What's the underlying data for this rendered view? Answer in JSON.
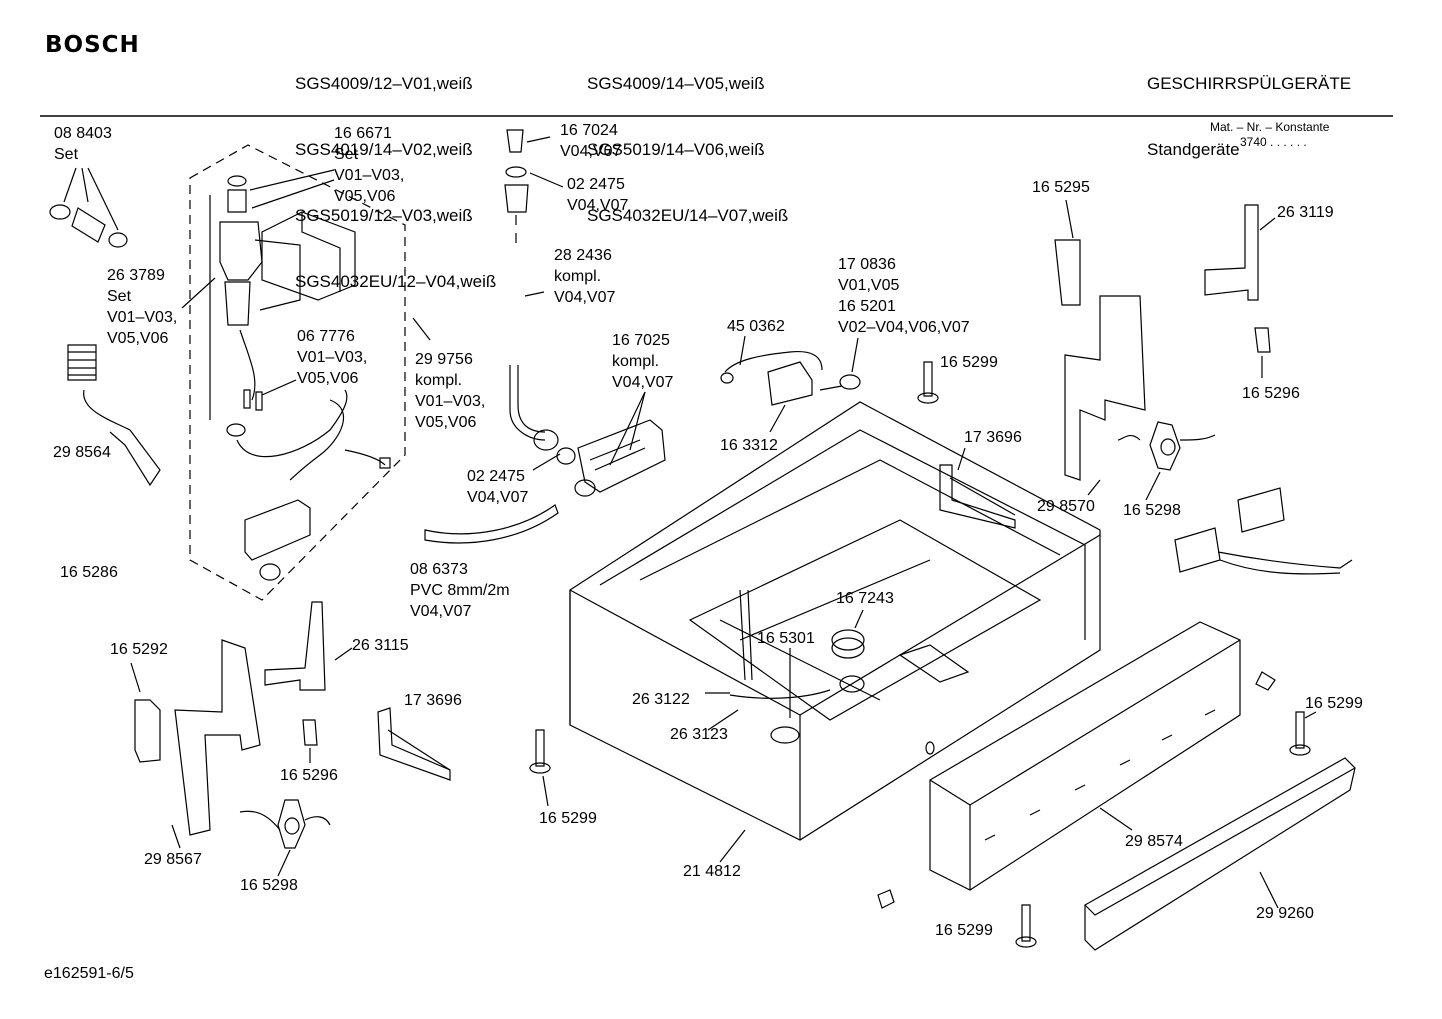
{
  "header": {
    "brand": "BOSCH",
    "models_col1": [
      "SGS4009/12–V01,weiß",
      "SGS4019/14–V02,weiß",
      "SGS5019/12–V03,weiß",
      "SGS4032EU/12–V04,weiß"
    ],
    "models_col2": [
      "SGS4009/14–V05,weiß",
      "SGS5019/14–V06,weiß",
      "SGS4032EU/14–V07,weiß"
    ],
    "category": "GESCHIRRSPÜLGERÄTE",
    "subcategory": "Standgeräte",
    "mat_nr_label": "Mat. – Nr. – Konstante",
    "mat_nr_value": "3740 . . . . . ."
  },
  "parts": [
    {
      "id": "p088403",
      "text": "08 8403\nSet"
    },
    {
      "id": "p166671",
      "text": "16 6671\nSet\nV01–V03,\nV05,V06"
    },
    {
      "id": "p263789",
      "text": "26 3789\nSet\nV01–V03,\nV05,V06"
    },
    {
      "id": "p067776",
      "text": "06 7776\nV01–V03,\nV05,V06"
    },
    {
      "id": "p299756",
      "text": "29 9756\nkompl.\nV01–V03,\nV05,V06"
    },
    {
      "id": "p298564",
      "text": "29 8564"
    },
    {
      "id": "p165286",
      "text": "16 5286"
    },
    {
      "id": "p167024",
      "text": "16 7024\nV04,V07"
    },
    {
      "id": "p022475a",
      "text": "02 2475\nV04,V07"
    },
    {
      "id": "p282436",
      "text": "28 2436\nkompl.\nV04,V07"
    },
    {
      "id": "p167025",
      "text": "16 7025\nkompl.\nV04,V07"
    },
    {
      "id": "p022475b",
      "text": "02 2475\nV04,V07"
    },
    {
      "id": "p086373",
      "text": "08 6373\nPVC 8mm/2m\nV04,V07"
    },
    {
      "id": "p450362",
      "text": "45 0362"
    },
    {
      "id": "p163312",
      "text": "16 3312"
    },
    {
      "id": "p170836",
      "text": "17 0836\nV01,V05\n16 5201\nV02–V04,V06,V07"
    },
    {
      "id": "p165299a",
      "text": "16 5299"
    },
    {
      "id": "p173696a",
      "text": "17 3696"
    },
    {
      "id": "p165295",
      "text": "16 5295"
    },
    {
      "id": "p263119",
      "text": "26 3119"
    },
    {
      "id": "p165296a",
      "text": "16 5296"
    },
    {
      "id": "p298570",
      "text": "29 8570"
    },
    {
      "id": "p165298a",
      "text": "16 5298"
    },
    {
      "id": "p165292",
      "text": "16 5292"
    },
    {
      "id": "p263115",
      "text": "26 3115"
    },
    {
      "id": "p165296b",
      "text": "16 5296"
    },
    {
      "id": "p173696b",
      "text": "17 3696"
    },
    {
      "id": "p298567",
      "text": "29 8567"
    },
    {
      "id": "p165298b",
      "text": "16 5298"
    },
    {
      "id": "p167243",
      "text": "16 7243"
    },
    {
      "id": "p165301",
      "text": "16 5301"
    },
    {
      "id": "p263122",
      "text": "26 3122"
    },
    {
      "id": "p263123",
      "text": "26 3123"
    },
    {
      "id": "p165299b",
      "text": "16 5299"
    },
    {
      "id": "p214812",
      "text": "21 4812"
    },
    {
      "id": "p165299c",
      "text": "16 5299"
    },
    {
      "id": "p298574",
      "text": "29 8574"
    },
    {
      "id": "p165299d",
      "text": "16 5299"
    },
    {
      "id": "p299260",
      "text": "29 9260"
    }
  ],
  "footer": {
    "code": "e162591-6/5"
  }
}
